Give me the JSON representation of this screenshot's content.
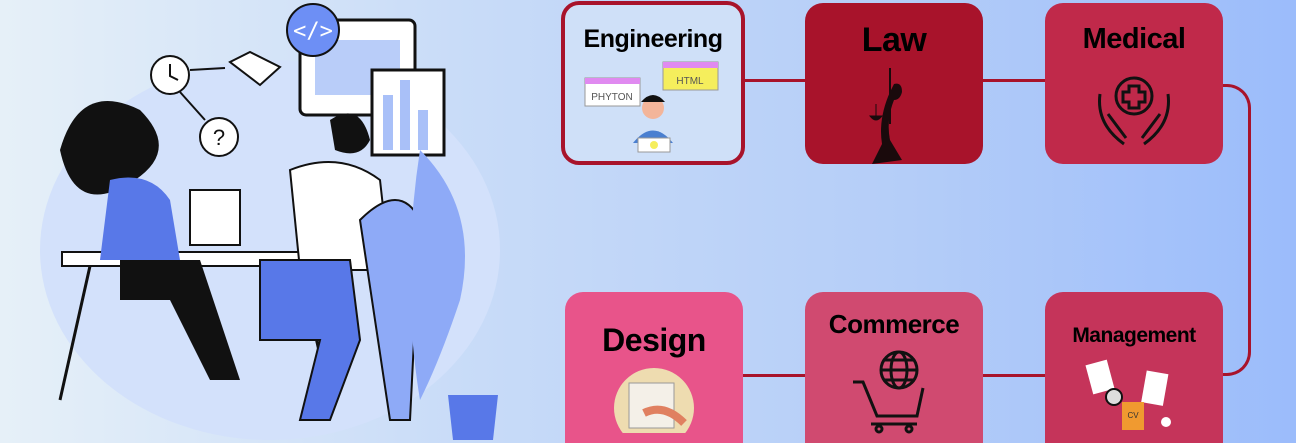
{
  "fields": [
    {
      "label": "Engineering",
      "icon": "coding-person-icon",
      "color": "#cfe0f8",
      "sub_labels": [
        "PHYTON",
        "HTML"
      ]
    },
    {
      "label": "Law",
      "icon": "lady-justice-icon",
      "color": "#a8132b"
    },
    {
      "label": "Medical",
      "icon": "hands-medical-cross-icon",
      "color": "#c0294a"
    },
    {
      "label": "Management",
      "icon": "resume-documents-icon",
      "color": "#c5345a",
      "sub_labels": [
        "CV"
      ]
    },
    {
      "label": "Commerce",
      "icon": "globe-shopping-cart-icon",
      "color": "#d04a70"
    },
    {
      "label": "Design",
      "icon": "design-sketch-icon",
      "color": "#e8548a"
    }
  ],
  "connector_color": "#a8132b"
}
